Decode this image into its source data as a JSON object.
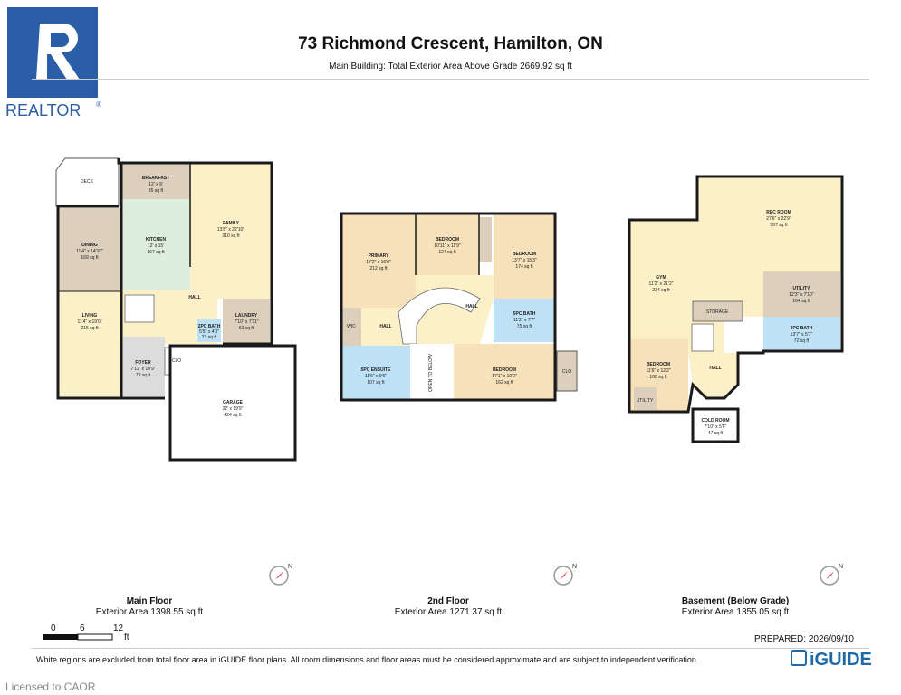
{
  "header": {
    "logo_text": "REALTOR",
    "title": "73 Richmond Crescent, Hamilton, ON",
    "subtitle": "Main Building: Total Exterior Area Above Grade 2669.92 sq ft"
  },
  "colors": {
    "wall": "#1a1a1a",
    "family_yellow": "#fbf0c8",
    "living_orange": "#f6e1bb",
    "dining_tan": "#dccfbb",
    "kitchen_mint": "#deeedd",
    "bath_blue": "#bfe1f5",
    "utility_brown": "#d8cab4",
    "garage_white": "#ffffff",
    "realtor_blue": "#2b5ea7"
  },
  "floors": [
    {
      "name": "Main Floor",
      "area": "Exterior Area 1398.55 sq ft",
      "rooms": [
        {
          "label": "DECK",
          "dims": "",
          "area": ""
        },
        {
          "label": "BREAKFAST",
          "dims": "12' x 9'",
          "area": "95 sq ft"
        },
        {
          "label": "FAMILY",
          "dims": "13'8\" x 22'10\"",
          "area": "310 sq ft"
        },
        {
          "label": "DINING",
          "dims": "11'4\" x 14'10\"",
          "area": "169 sq ft"
        },
        {
          "label": "KITCHEN",
          "dims": "12' x 15'",
          "area": "167 sq ft"
        },
        {
          "label": "HALL",
          "dims": "",
          "area": ""
        },
        {
          "label": "LAUNDRY",
          "dims": "7'10\" x 7'11\"",
          "area": "63 sq ft"
        },
        {
          "label": "LIVING",
          "dims": "11'4\" x 19'0\"",
          "area": "215 sq ft"
        },
        {
          "label": "2PC BATH",
          "dims": "5'5\" x 4'3\"",
          "area": "23 sq ft"
        },
        {
          "label": "FOYER",
          "dims": "7'11\" x 10'9\"",
          "area": "79 sq ft"
        },
        {
          "label": "CLO",
          "dims": "",
          "area": ""
        },
        {
          "label": "GARAGE",
          "dims": "22' x 19'9\"",
          "area": "424 sq ft"
        }
      ]
    },
    {
      "name": "2nd Floor",
      "area": "Exterior Area 1271.37 sq ft",
      "rooms": [
        {
          "label": "PRIMARY",
          "dims": "17'2\" x 16'0\"",
          "area": "212 sq ft"
        },
        {
          "label": "BEDROOM",
          "dims": "10'11\" x 11'9\"",
          "area": "124 sq ft"
        },
        {
          "label": "BEDROOM",
          "dims": "13'7\" x 15'3\"",
          "area": "174 sq ft"
        },
        {
          "label": "WIC",
          "dims": "",
          "area": ""
        },
        {
          "label": "HALL",
          "dims": "",
          "area": ""
        },
        {
          "label": "5PC BATH",
          "dims": "11'2\" x 7'7\"",
          "area": "75 sq ft"
        },
        {
          "label": "5PC ENSUITE",
          "dims": "11'6\" x 9'6\"",
          "area": "107 sq ft"
        },
        {
          "label": "OPEN TO BELOW",
          "dims": "",
          "area": ""
        },
        {
          "label": "BEDROOM",
          "dims": "17'1\" x 10'0\"",
          "area": "162 sq ft"
        },
        {
          "label": "CLO",
          "dims": "",
          "area": ""
        }
      ]
    },
    {
      "name": "Basement (Below Grade)",
      "area": "Exterior Area 1355.05 sq ft",
      "rooms": [
        {
          "label": "REC ROOM",
          "dims": "27'6\" x 22'9\"",
          "area": "507 sq ft"
        },
        {
          "label": "GYM",
          "dims": "11'2\" x 21'2\"",
          "area": "234 sq ft"
        },
        {
          "label": "UTILITY",
          "dims": "12'3\" x 7'10\"",
          "area": "104 sq ft"
        },
        {
          "label": "STORAGE",
          "dims": "",
          "area": ""
        },
        {
          "label": "3PC BATH",
          "dims": "13'7\" x 5'7\"",
          "area": "72 sq ft"
        },
        {
          "label": "HALL",
          "dims": "",
          "area": ""
        },
        {
          "label": "BEDROOM",
          "dims": "11'6\" x 12'2\"",
          "area": "108 sq ft"
        },
        {
          "label": "UTILITY",
          "dims": "",
          "area": ""
        },
        {
          "label": "COLD ROOM",
          "dims": "7'10\" x 5'6\"",
          "area": "47 sq ft"
        }
      ]
    }
  ],
  "scale": {
    "ticks": [
      "0",
      "6",
      "12"
    ],
    "unit": "ft"
  },
  "compass_letter": "N",
  "prepared": "PREPARED: 2026/09/10",
  "footnote": "White regions are excluded from total floor area in iGUIDE floor plans. All room dimensions and floor areas must be considered approximate and are subject to independent verification.",
  "brand": "iGUIDE",
  "licensed": "Licensed to CAOR"
}
